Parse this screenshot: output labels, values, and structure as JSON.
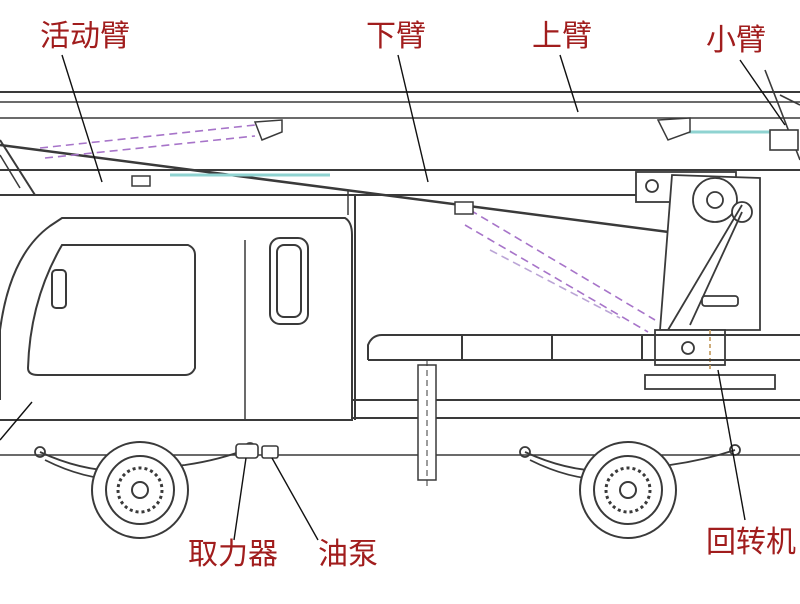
{
  "labels": {
    "articulating_arm": "活动臂",
    "lower_arm": "下臂",
    "upper_arm": "上臂",
    "small_arm": "小臂",
    "pto": "取力器",
    "oil_pump": "油泵",
    "slewing": "回转机"
  },
  "colors": {
    "line": "#3a3a3a",
    "label": "#a11d1d",
    "leader": "#111111",
    "hydraulic": "#a774c9",
    "rail": "#8fd3d1"
  }
}
